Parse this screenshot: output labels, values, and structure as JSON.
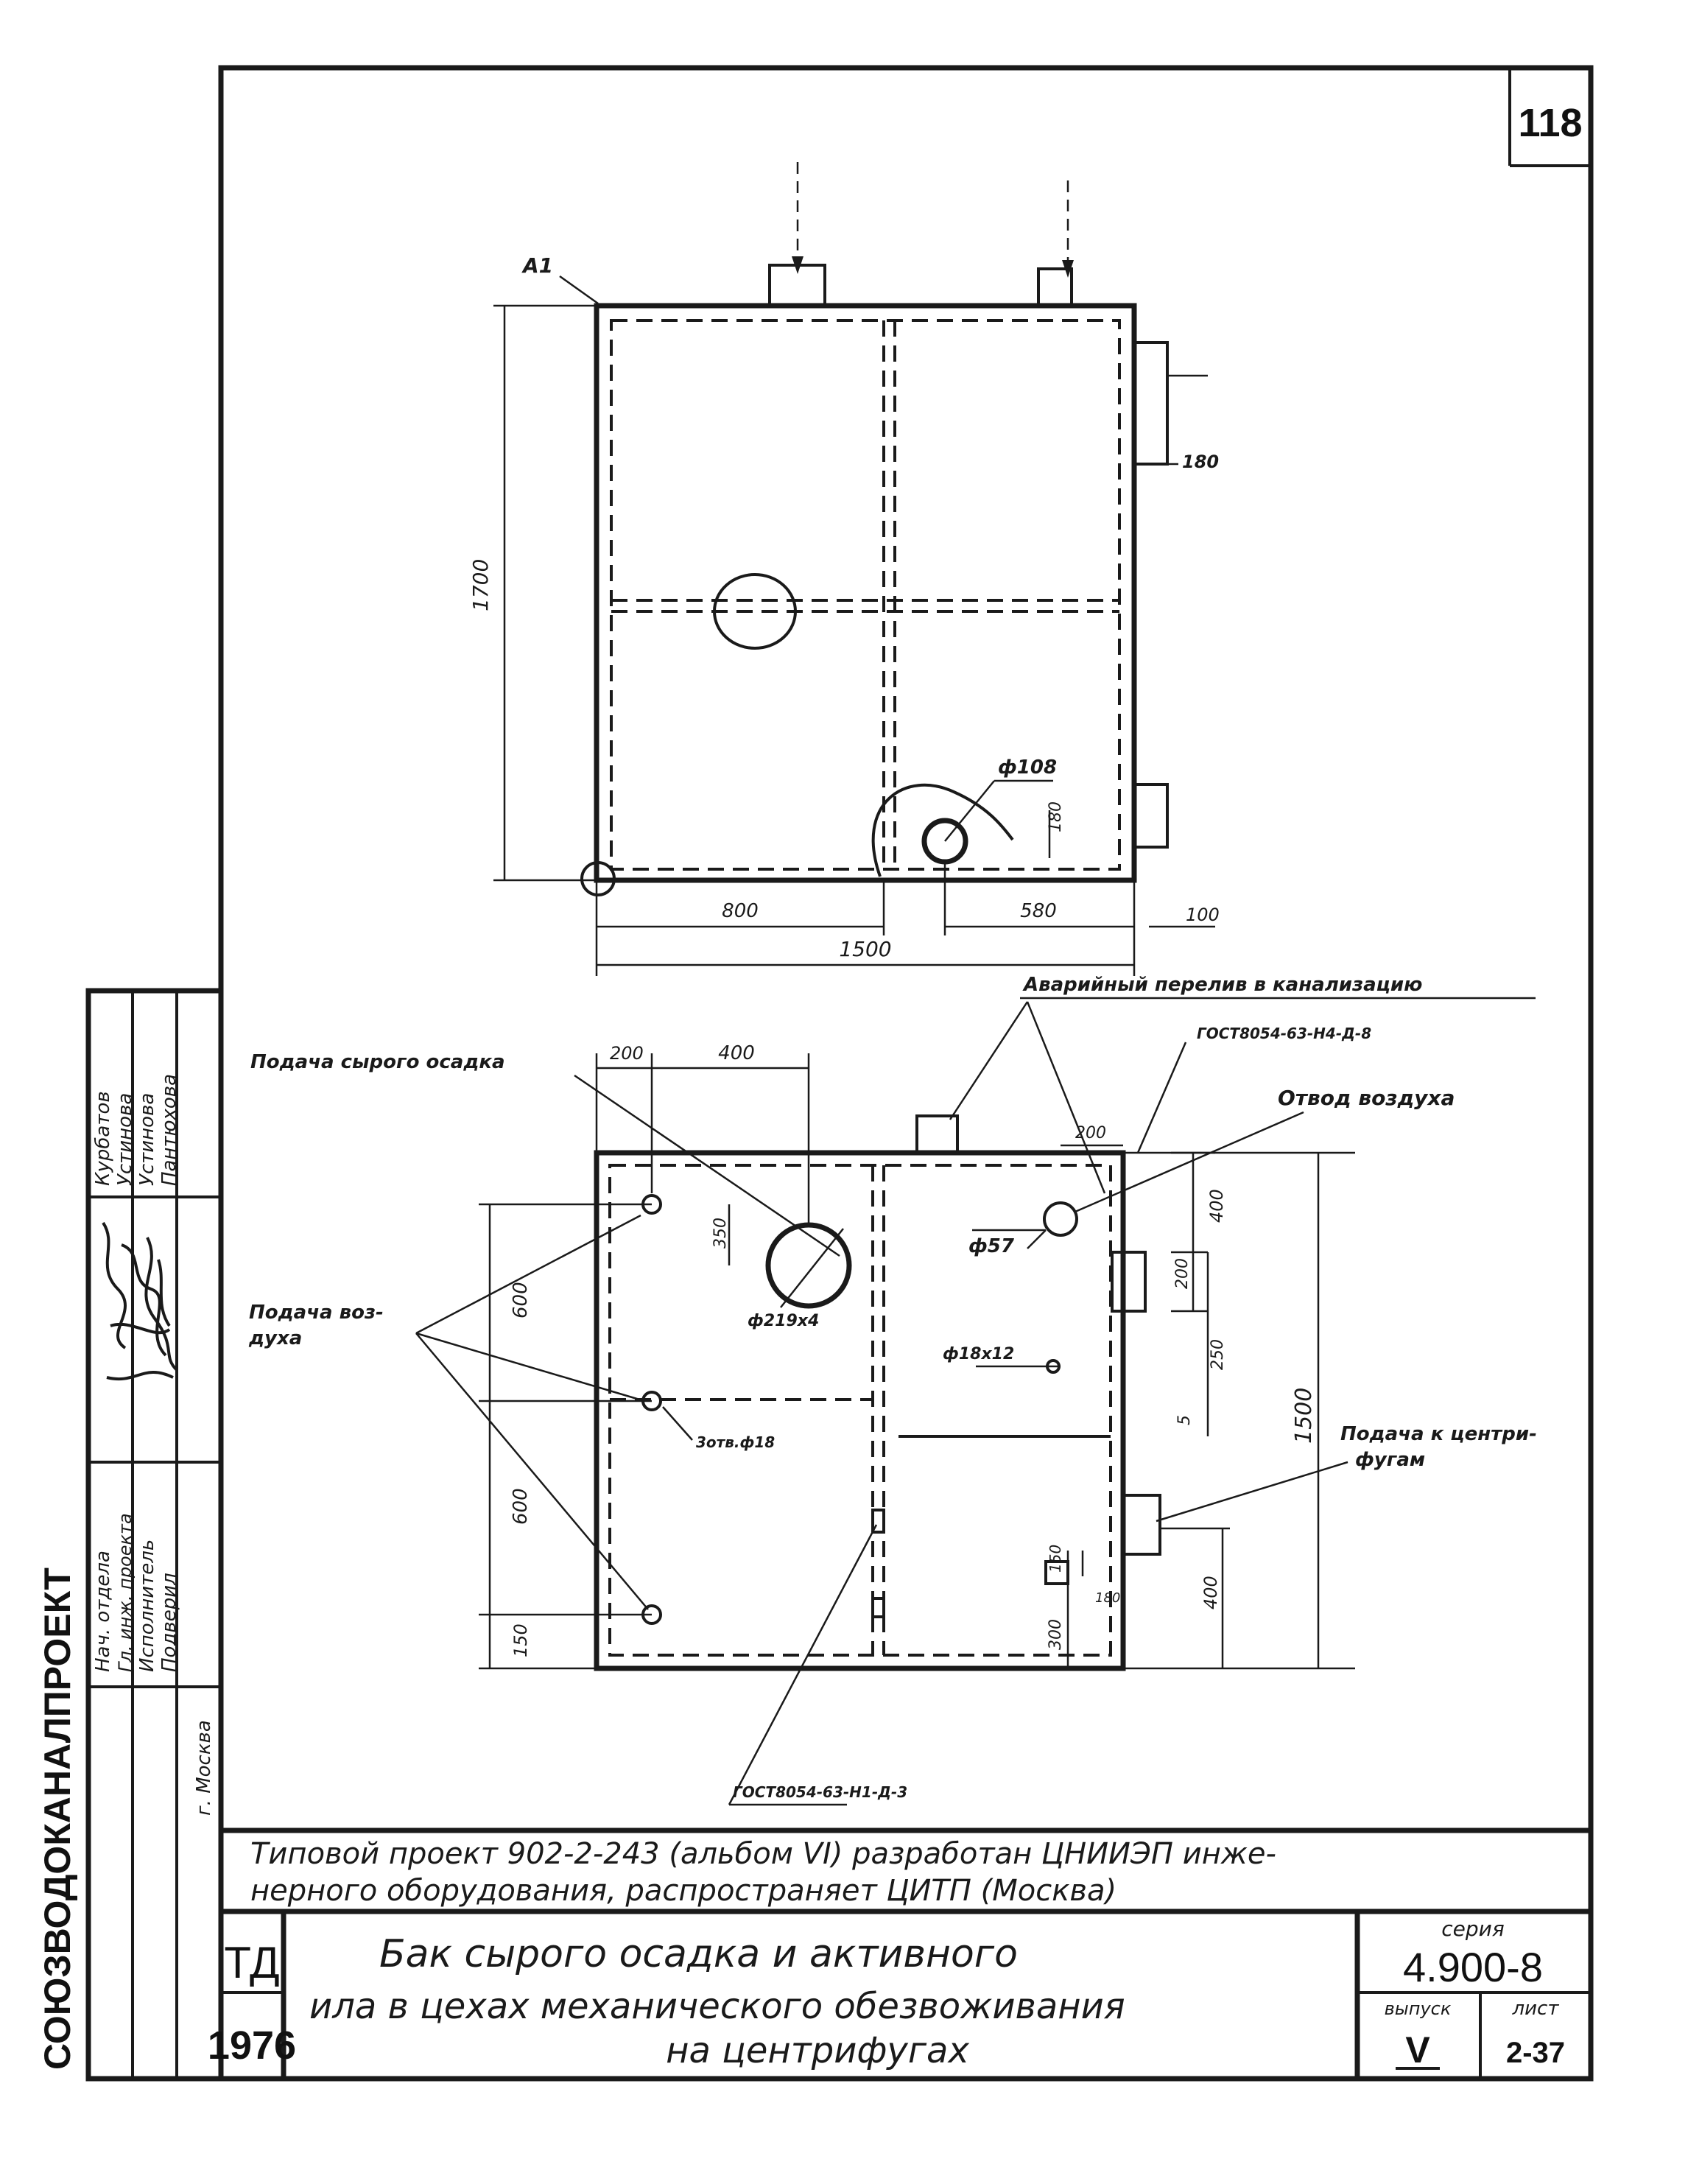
{
  "sheet": {
    "number": "118"
  },
  "top_view": {
    "nozzle_label": "А1",
    "dims": {
      "height": "1700",
      "right_pipe": "180",
      "hole_diameter": "ф108",
      "hole_offset": "180",
      "left_width": "800",
      "right_width": "580",
      "overall_width": "1500",
      "right_margin": "100"
    }
  },
  "plan_view": {
    "callouts": {
      "raw_sediment_feed": "Подача сырого осадка",
      "emergency_overflow": "Аварийный перелив в канализацию",
      "gost_top": "ГОСТ8054-63-Н4-Д-8",
      "air_vent": "Отвод воздуха",
      "air_feed_line1": "Подача воз-",
      "air_feed_line2": "духа",
      "centrifuge_feed_line1": "Подача к центри-",
      "centrifuge_feed_line2": "фугам",
      "holes": "3отв.ф18",
      "gost_bottom": "ГОСТ8054-63-Н1-Д-3"
    },
    "dims": {
      "top_left": "200",
      "top_span": "400",
      "inner_350": "350",
      "upper_600": "600",
      "lower_600": "600",
      "bottom_150": "150",
      "big_hole": "ф219х4",
      "vent_top": "200",
      "vent_hole": "ф57",
      "right_400_top": "400",
      "right_200": "200",
      "right_250": "250",
      "small_hole": "ф18х12",
      "gap_5": "5",
      "overall_height": "1500",
      "pipe_150": "150",
      "pipe_300": "300",
      "pipe_180": "180",
      "right_400_bottom": "400"
    }
  },
  "sidebar": {
    "org": "СОЮЗВОДОКАНАЛПРОЕКТ",
    "city": "г. Москва",
    "roles": [
      "Нач. отдела",
      "Гл. инж. проекта",
      "Исполнитель",
      "Подверил"
    ],
    "names": [
      "Курбатов",
      "Устинова",
      "Устинова",
      "Пантюхова"
    ]
  },
  "footer": {
    "info_line1": "Типовой проект 902-2-243 (альбом VI) разработан ЦНИИЭП инже-",
    "info_line2": "нерного оборудования, распространяет ЦИТП (Москва)",
    "td": "ТД",
    "year": "1976",
    "title_line1": "Бак сырого осадка и активного",
    "title_line2": "ила в цехах механического обезвоживания",
    "title_line3": "на центрифугах",
    "series_label": "серия",
    "series_value": "4.900-8",
    "issue_label": "выпуск",
    "issue_value": "V",
    "sheet_label": "лист",
    "sheet_value": "2-37"
  }
}
